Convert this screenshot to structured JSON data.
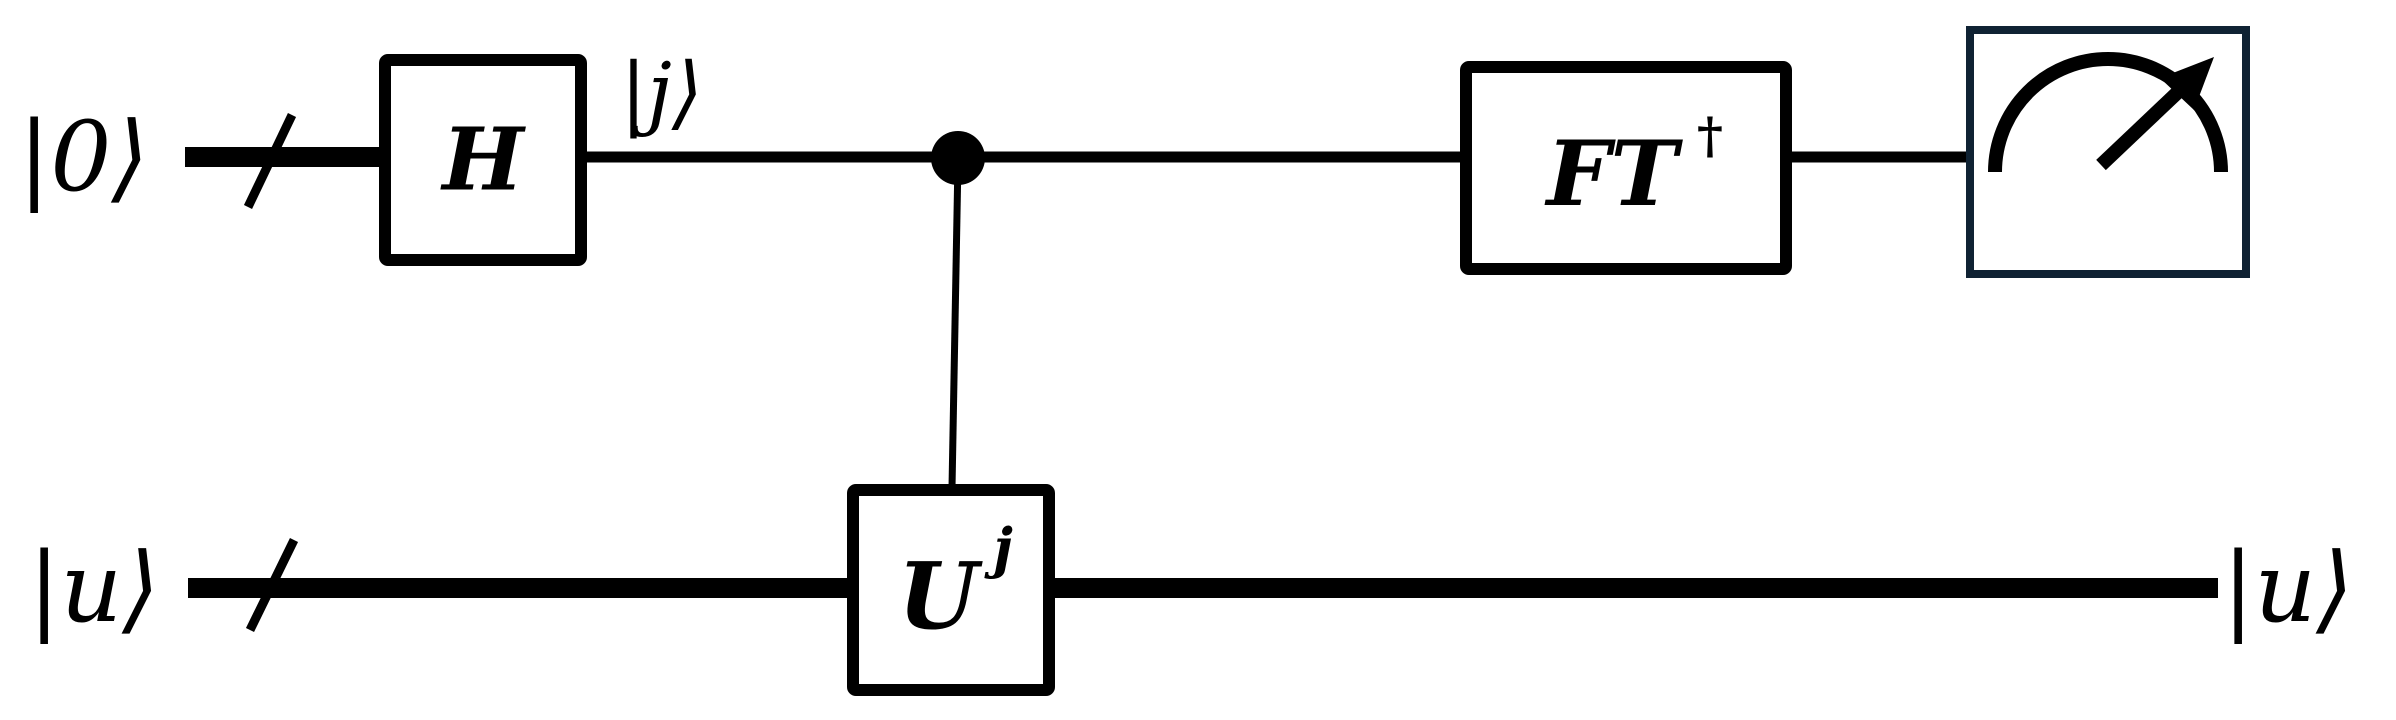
{
  "inputs": {
    "top": "|0⟩",
    "bottom": "|u⟩"
  },
  "gates": {
    "h": "H",
    "u_base": "U",
    "u_power": "j",
    "ft_base": "FT",
    "ft_dagger": "†"
  },
  "labels": {
    "after_h": "|j⟩"
  },
  "outputs": {
    "bottom": "|u⟩"
  },
  "icons": {
    "meter": "measurement-meter-icon"
  },
  "colors": {
    "line": "#000000",
    "meter_border": "#0f2233"
  }
}
